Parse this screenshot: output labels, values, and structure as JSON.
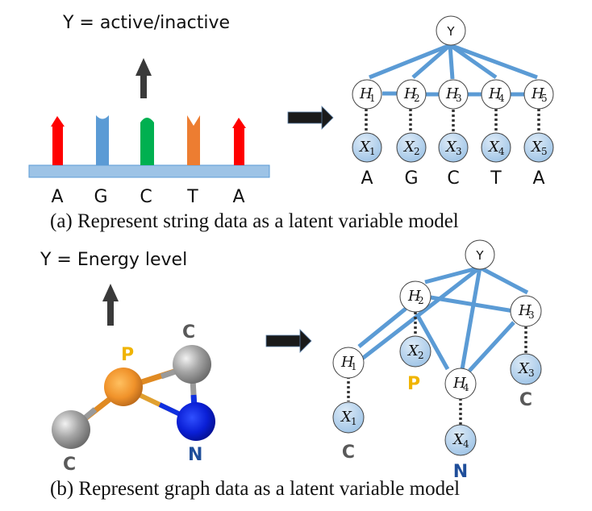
{
  "panel_a": {
    "y_label": "Y = active/inactive",
    "bases": [
      "A",
      "G",
      "C",
      "T",
      "A"
    ],
    "base_colors": [
      "#ff0000",
      "#5b9bd5",
      "#00b050",
      "#ed7d31",
      "#ff0000"
    ],
    "strand_color": "#9dc3e6",
    "caption": "(a) Represent string data as a latent variable model",
    "graph": {
      "root": "Y",
      "hidden": [
        {
          "name": "H",
          "sub": "1"
        },
        {
          "name": "H",
          "sub": "2"
        },
        {
          "name": "H",
          "sub": "3"
        },
        {
          "name": "H",
          "sub": "4"
        },
        {
          "name": "H",
          "sub": "5"
        }
      ],
      "observed": [
        {
          "name": "X",
          "sub": "1",
          "label": "A"
        },
        {
          "name": "X",
          "sub": "2",
          "label": "G"
        },
        {
          "name": "X",
          "sub": "3",
          "label": "C"
        },
        {
          "name": "X",
          "sub": "4",
          "label": "T"
        },
        {
          "name": "X",
          "sub": "5",
          "label": "A"
        }
      ]
    }
  },
  "panel_b": {
    "y_label": "Y = Energy level",
    "molecule": {
      "atoms": [
        {
          "id": "P",
          "label": "P",
          "color": "#f39c2c",
          "label_color": "#f0b400"
        },
        {
          "id": "C1",
          "label": "C",
          "color": "#a6a6a6",
          "label_color": "#595959"
        },
        {
          "id": "C2",
          "label": "C",
          "color": "#a6a6a6",
          "label_color": "#595959"
        },
        {
          "id": "N",
          "label": "N",
          "color": "#0a1fd6",
          "label_color": "#1f4e9a"
        }
      ]
    },
    "caption": "(b) Represent graph data as a latent variable model",
    "graph": {
      "root": "Y",
      "hidden": [
        {
          "name": "H",
          "sub": "1"
        },
        {
          "name": "H",
          "sub": "2"
        },
        {
          "name": "H",
          "sub": "3"
        },
        {
          "name": "H",
          "sub": "4"
        }
      ],
      "observed": [
        {
          "name": "X",
          "sub": "1",
          "label": "C",
          "label_color": "#595959"
        },
        {
          "name": "X",
          "sub": "2",
          "label": "P",
          "label_color": "#f0b400"
        },
        {
          "name": "X",
          "sub": "3",
          "label": "C",
          "label_color": "#595959"
        },
        {
          "name": "X",
          "sub": "4",
          "label": "N",
          "label_color": "#1f4e9a"
        }
      ],
      "edges": [
        [
          "Y",
          "H2"
        ],
        [
          "Y",
          "H1"
        ],
        [
          "Y",
          "H3"
        ],
        [
          "Y",
          "H4"
        ],
        [
          "H2",
          "H1"
        ],
        [
          "H2",
          "H3"
        ],
        [
          "H2",
          "H4"
        ],
        [
          "H3",
          "H4"
        ]
      ]
    }
  },
  "colors": {
    "edge": "#5b9bd5",
    "observed_fill": "#bdd7ee",
    "arrow": "#1a1a1a",
    "up_arrow": "#3a3a3a"
  }
}
